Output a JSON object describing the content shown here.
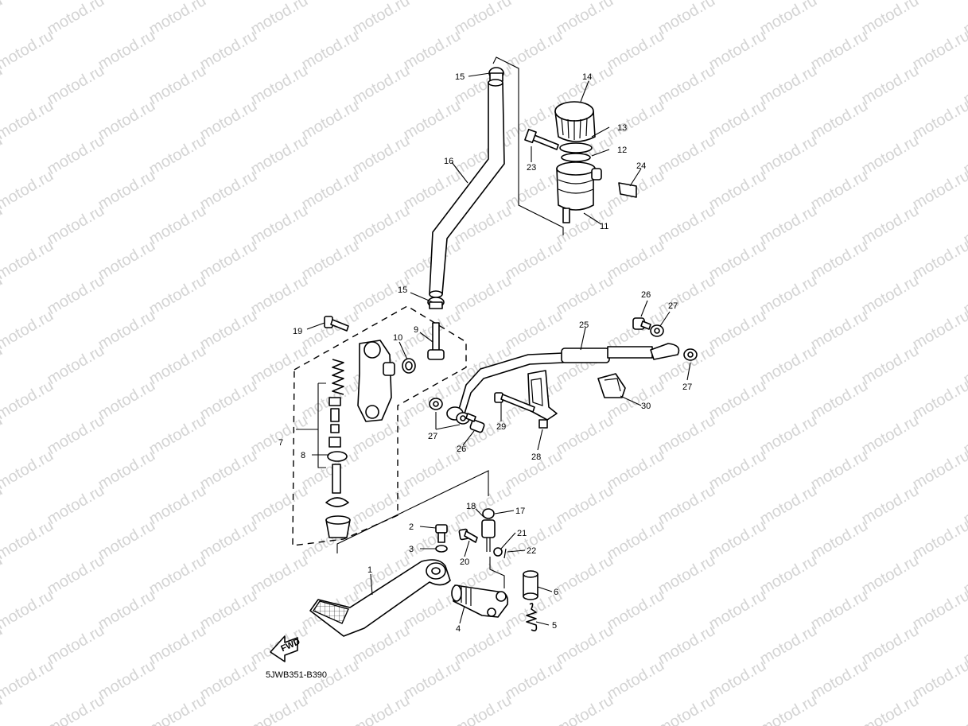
{
  "watermark": "motod.ru",
  "diagram_code": "5JWB351-B390",
  "fwd_label": "FWD",
  "callouts": [
    {
      "id": "c1",
      "text": "1"
    },
    {
      "id": "c2",
      "text": "2"
    },
    {
      "id": "c3",
      "text": "3"
    },
    {
      "id": "c4",
      "text": "4"
    },
    {
      "id": "c5",
      "text": "5"
    },
    {
      "id": "c6",
      "text": "6"
    },
    {
      "id": "c7",
      "text": "7"
    },
    {
      "id": "c8",
      "text": "8"
    },
    {
      "id": "c9",
      "text": "9"
    },
    {
      "id": "c10",
      "text": "10"
    },
    {
      "id": "c11",
      "text": "11"
    },
    {
      "id": "c12",
      "text": "12"
    },
    {
      "id": "c13",
      "text": "13"
    },
    {
      "id": "c14",
      "text": "14"
    },
    {
      "id": "c15a",
      "text": "15"
    },
    {
      "id": "c15b",
      "text": "15"
    },
    {
      "id": "c16",
      "text": "16"
    },
    {
      "id": "c17",
      "text": "17"
    },
    {
      "id": "c18",
      "text": "18"
    },
    {
      "id": "c19",
      "text": "19"
    },
    {
      "id": "c20",
      "text": "20"
    },
    {
      "id": "c21",
      "text": "21"
    },
    {
      "id": "c22",
      "text": "22"
    },
    {
      "id": "c23",
      "text": "23"
    },
    {
      "id": "c24",
      "text": "24"
    },
    {
      "id": "c25",
      "text": "25"
    },
    {
      "id": "c26a",
      "text": "26"
    },
    {
      "id": "c26b",
      "text": "26"
    },
    {
      "id": "c27a",
      "text": "27"
    },
    {
      "id": "c27b",
      "text": "27"
    },
    {
      "id": "c27c",
      "text": "27"
    },
    {
      "id": "c28",
      "text": "28"
    },
    {
      "id": "c29",
      "text": "29"
    },
    {
      "id": "c30",
      "text": "30"
    }
  ]
}
